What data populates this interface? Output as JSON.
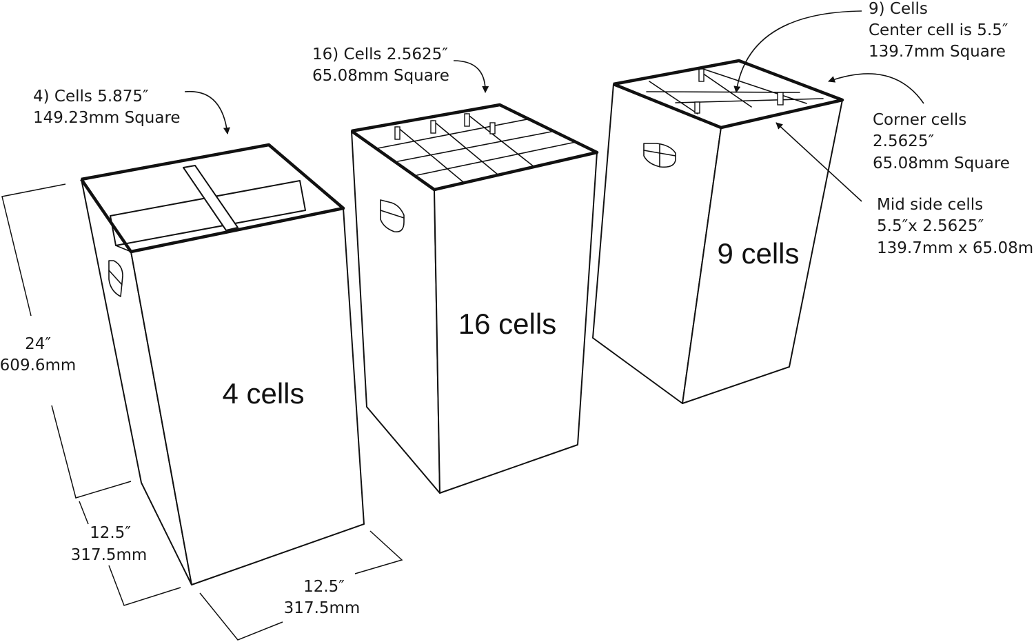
{
  "boxes": [
    {
      "callout": [
        "4) Cells 5.875″",
        "149.23mm Square"
      ],
      "label": "4 cells"
    },
    {
      "callout": [
        "16) Cells 2.5625″",
        "65.08mm Square"
      ],
      "label": "16 cells"
    },
    {
      "callout": [
        "9) Cells",
        "Center cell is 5.5″",
        "139.7mm Square"
      ],
      "label": "9 cells"
    }
  ],
  "corner_cells": [
    "Corner cells",
    "2.5625″",
    "65.08mm Square"
  ],
  "mid_side_cells": [
    "Mid side cells",
    "5.5″x 2.5625″",
    "139.7mm x 65.08mm"
  ],
  "dimensions": {
    "height": [
      "24″",
      "609.6mm"
    ],
    "depth": [
      "12.5″",
      "317.5mm"
    ],
    "width": [
      "12.5″",
      "317.5mm"
    ]
  }
}
